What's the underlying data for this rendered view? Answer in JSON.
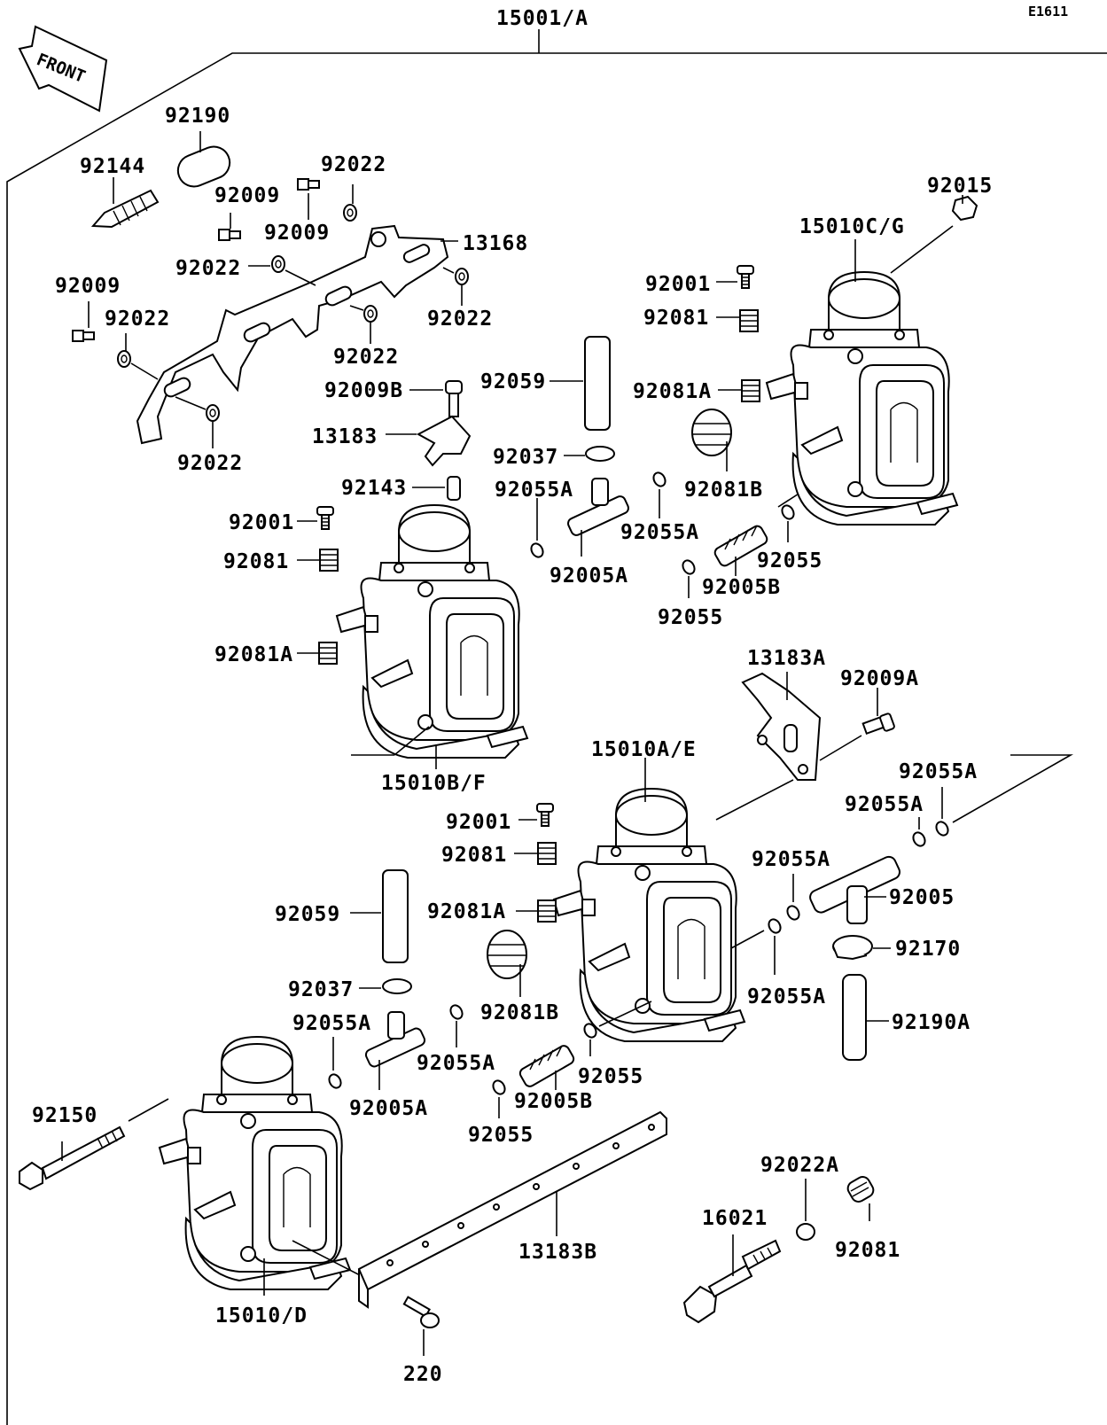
{
  "diagram": {
    "code": "E1611",
    "front_label": "FRONT",
    "assembly_label": "15001/A",
    "labels": {
      "p92190": "92190",
      "p92144": "92144",
      "p92022_a": "92022",
      "p92009_a": "92009",
      "p92009_b": "92009",
      "p13168": "13168",
      "p92022_b": "92022",
      "p92009_c": "92009",
      "p92022_c": "92022",
      "p92022_d": "92022",
      "p92022_e": "92022",
      "p92009B": "92009B",
      "p13183": "13183",
      "p92022_f": "92022",
      "p92143": "92143",
      "p92001_a": "92001",
      "p92081_a": "92081",
      "p92081A_a": "92081A",
      "p15010BF": "15010B/F",
      "p92059_a": "92059",
      "p92037_a": "92037",
      "p92055A_a": "92055A",
      "p92005A_a": "92005A",
      "p92055A_b": "92055A",
      "p92055_a": "92055",
      "p92005B_a": "92005B",
      "p92055_b": "92055",
      "p92081B_a": "92081B",
      "p92015": "92015",
      "p15010CG": "15010C/G",
      "p92001_b": "92001",
      "p92081_b": "92081",
      "p92081A_b": "92081A",
      "p13183A": "13183A",
      "p92009A": "92009A",
      "p15010AE": "15010A/E",
      "p92055A_c": "92055A",
      "p92055A_d": "92055A",
      "p92001_c": "92001",
      "p92081_c": "92081",
      "p92081A_c": "92081A",
      "p92055A_e": "92055A",
      "p92005": "92005",
      "p92170": "92170",
      "p92055A_f": "92055A",
      "p92190A": "92190A",
      "p92059_b": "92059",
      "p92037_b": "92037",
      "p92081B_b": "92081B",
      "p92055A_g": "92055A",
      "p92055A_h": "92055A",
      "p92005A_b": "92005A",
      "p92005B_b": "92005B",
      "p92055_c": "92055",
      "p92055_d": "92055",
      "p92150": "92150",
      "p92022A": "92022A",
      "p16021": "16021",
      "p92081_d": "92081",
      "p13183B": "13183B",
      "p15010D": "15010/D",
      "p220": "220"
    }
  }
}
